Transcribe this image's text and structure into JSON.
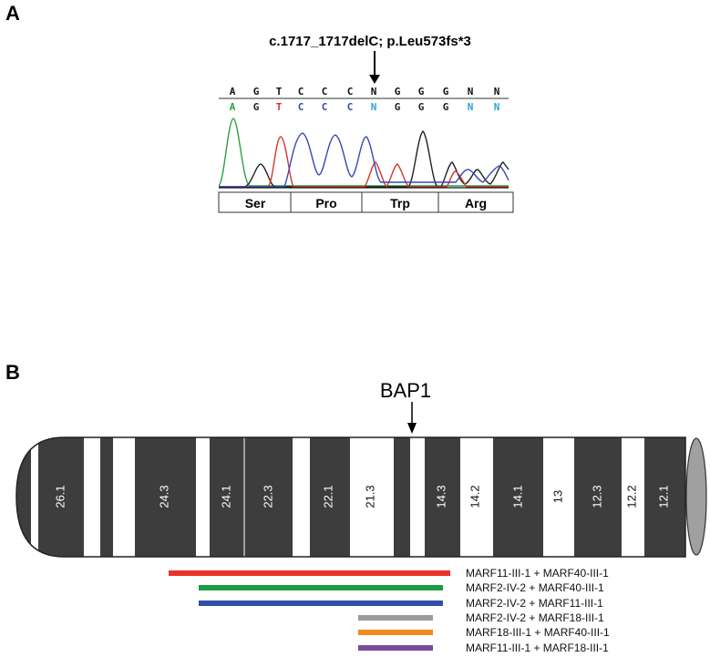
{
  "panel_a": {
    "label": "A",
    "mutation": "c.1717_1717delC; p.Leu573fs*3",
    "bases_top": [
      "A",
      "G",
      "T",
      "C",
      "C",
      "C",
      "N",
      "G",
      "G",
      "G",
      "N",
      "N"
    ],
    "bases_colored": [
      "A",
      "G",
      "T",
      "C",
      "C",
      "C",
      "N",
      "G",
      "G",
      "G",
      "N",
      "N"
    ],
    "base_colors": {
      "A": "#2e9e3e",
      "G": "#222222",
      "T": "#d23a2a",
      "C": "#3a46b8",
      "N": "#2aa6d6"
    },
    "amino_acids": [
      "Ser",
      "Pro",
      "Trp",
      "Arg"
    ]
  },
  "panel_b": {
    "label": "B",
    "gene": "BAP1",
    "bands": [
      "26.1",
      "24.3",
      "24.1",
      "22.3",
      "22.1",
      "21.3",
      "14.3",
      "14.2",
      "14.1",
      "13",
      "12.3",
      "12.2",
      "12.1"
    ],
    "colors": {
      "dark_band": "#3d3d3d",
      "light_band": "#ffffff",
      "centromere": "#a0a0a0"
    },
    "segments": [
      {
        "label": "MARF11-III-1 + MARF40-III-1",
        "color": "#e8332a"
      },
      {
        "label": "MARF2-IV-2 + MARF40-III-1",
        "color": "#1e9a45"
      },
      {
        "label": "MARF2-IV-2 + MARF11-III-1",
        "color": "#2f4ea8"
      },
      {
        "label": "MARF2-IV-2 + MARF18-III-1",
        "color": "#9a9a9a"
      },
      {
        "label": "MARF18-III-1 + MARF40-III-1",
        "color": "#f08a1e"
      },
      {
        "label": "MARF11-III-1 + MARF18-III-1",
        "color": "#7a4b9a"
      }
    ]
  }
}
